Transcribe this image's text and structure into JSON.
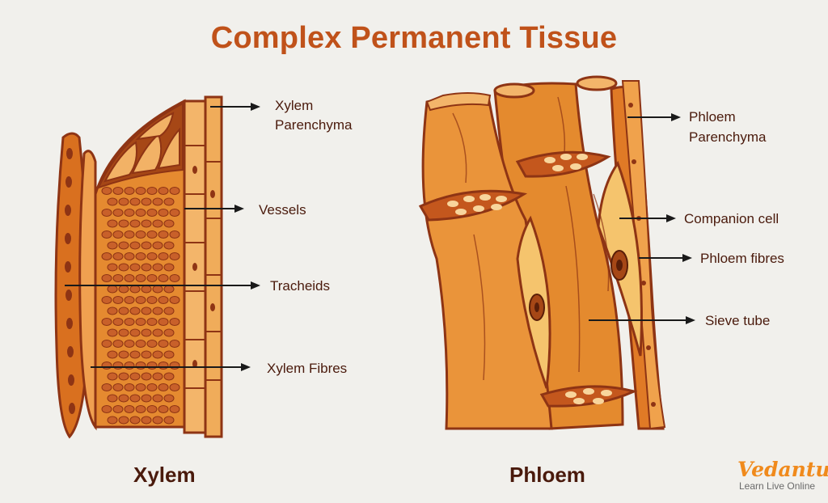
{
  "title": "Complex Permanent Tissue",
  "xylem": {
    "caption": "Xylem",
    "labels": {
      "parenchyma_1": "Xylem",
      "parenchyma_2": "Parenchyma",
      "vessels": "Vessels",
      "tracheids": "Tracheids",
      "fibres": "Xylem Fibres"
    }
  },
  "phloem": {
    "caption": "Phloem",
    "labels": {
      "parenchyma_1": "Phloem",
      "parenchyma_2": "Parenchyma",
      "companion": "Companion cell",
      "fibres": "Phloem fibres",
      "sieve": "Sieve tube"
    }
  },
  "brand": {
    "name": "Vedantu",
    "tagline": "Learn Live Online"
  },
  "colors": {
    "title": "#c0521a",
    "dark_outline": "#8e3414",
    "tissue_orange": "#e4882c",
    "tissue_light": "#f4b766",
    "cell_fill": "#cf6b26",
    "brand": "#f08a1c"
  }
}
